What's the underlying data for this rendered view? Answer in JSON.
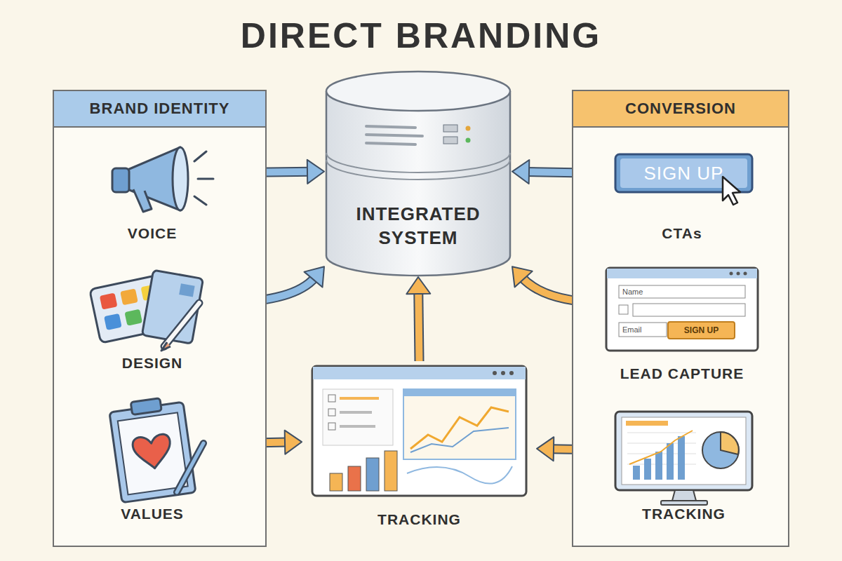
{
  "diagram": {
    "title": "DIRECT BRANDING",
    "nodes": [
      {
        "text": [
          "BRAND IDENTITY"
        ]
      },
      {
        "text": [
          "VOICE"
        ],
        "in": 0
      },
      {
        "text": [
          "DESIGN"
        ],
        "in": 0
      },
      {
        "text": [
          "VALUES"
        ],
        "in": 0
      },
      {
        "text": [
          "INTEGRATED SYSTEM"
        ]
      },
      {
        "text": [
          "TRACKING"
        ]
      },
      {
        "text": [
          "CONVERSION"
        ]
      },
      {
        "text": [
          "CTAs"
        ],
        "in": 6
      },
      {
        "text": [
          "LEAD CAPTURE"
        ],
        "in": 6
      },
      {
        "text": [
          "TRACKING"
        ],
        "in": 6
      }
    ],
    "edges": [
      {
        "from": 1,
        "to": 4,
        "arrow": "to"
      },
      {
        "from": 2,
        "to": 4,
        "arrow": "to"
      },
      {
        "from": 3,
        "to": 5,
        "arrow": "to"
      },
      {
        "from": 5,
        "to": 4,
        "arrow": "to"
      },
      {
        "from": 7,
        "to": 4,
        "arrow": "to"
      },
      {
        "from": 8,
        "to": 4,
        "arrow": "to"
      },
      {
        "from": 9,
        "to": 5,
        "arrow": "to"
      }
    ],
    "labels": [
      "SIGN UP",
      "Name",
      "Email",
      "SIGN UP"
    ]
  }
}
